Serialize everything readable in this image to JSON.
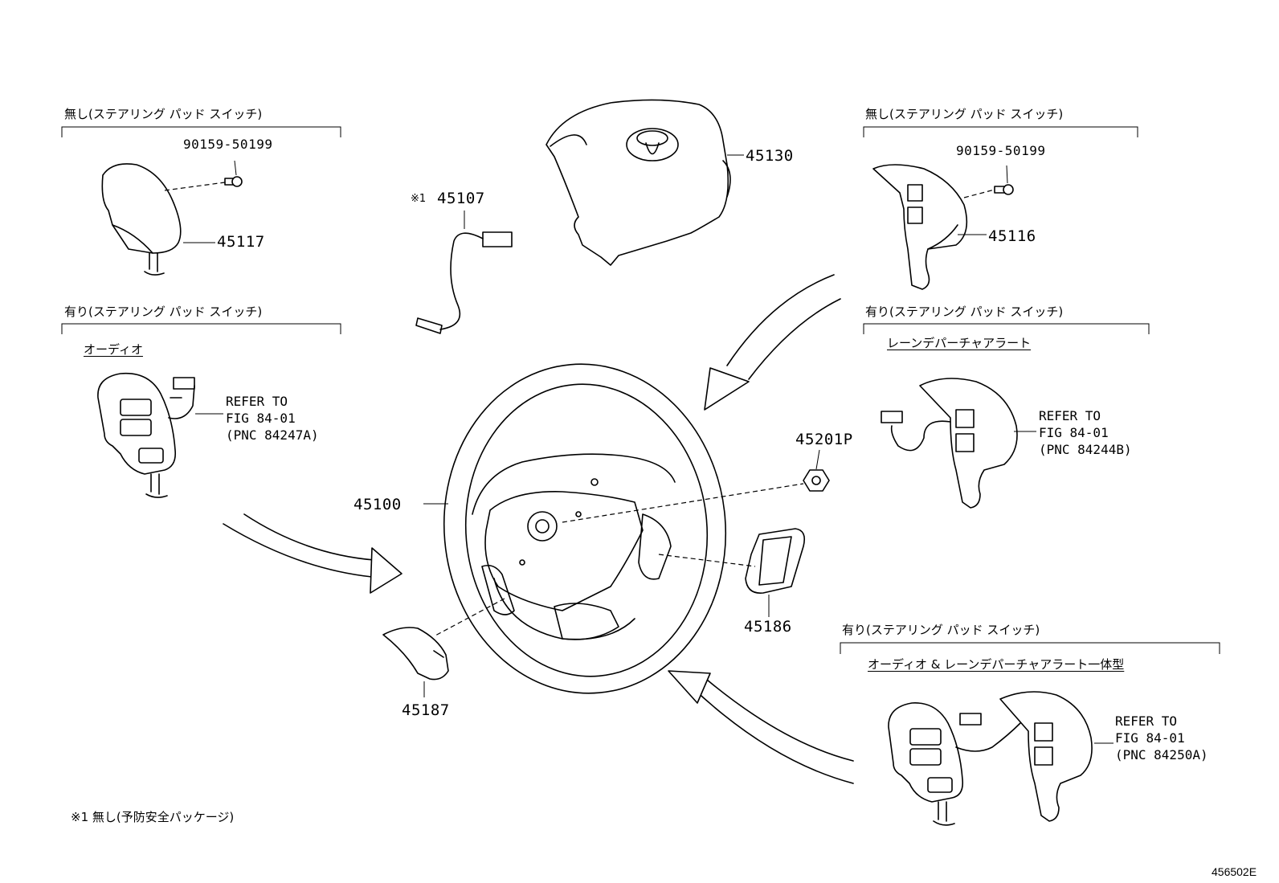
{
  "labels": {
    "no_pad_switch_left": "無し(ステアリング パッド スイッチ)",
    "no_pad_switch_right": "無し(ステアリング パッド スイッチ)",
    "with_pad_switch_left": "有り(ステアリング パッド スイッチ)",
    "with_pad_switch_right": "有り(ステアリング パッド スイッチ)",
    "with_pad_switch_bottom": "有り(ステアリング パッド スイッチ)",
    "audio": "オーディオ",
    "lane_departure": "レーンデパーチャアラート",
    "audio_lane_combined": "オーディオ & レーンデパーチャアラート一体型",
    "footnote": "※1 無し(予防安全パッケージ)",
    "note_mark": "※1",
    "figure_id": "456502E"
  },
  "parts": {
    "p90159_left": "90159-50199",
    "p90159_right": "90159-50199",
    "p45117": "45117",
    "p45116": "45116",
    "p45130": "45130",
    "p45107": "45107",
    "p45100": "45100",
    "p45201P": "45201P",
    "p45186": "45186",
    "p45187": "45187"
  },
  "refs": {
    "ref_a": "REFER TO\nFIG 84-01\n(PNC 84247A)",
    "ref_b": "REFER TO\nFIG 84-01\n(PNC 84244B)",
    "ref_c": "REFER TO\nFIG 84-01\n(PNC 84250A)"
  }
}
